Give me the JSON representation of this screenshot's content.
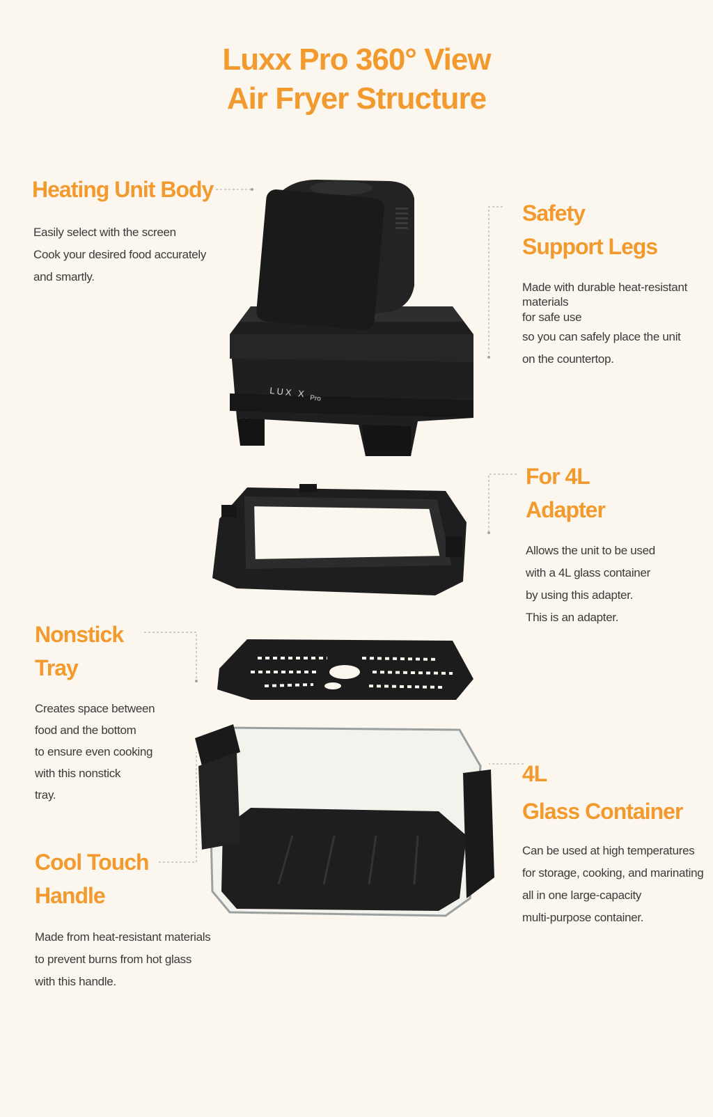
{
  "title": {
    "line1": "Luxx Pro 360° View",
    "line2": "Air Fryer Structure"
  },
  "colors": {
    "background": "#fbf7ef",
    "accent": "#f29a2e",
    "body_text": "#3a3a3a",
    "product": "#1e1e1e"
  },
  "product": {
    "brand_mark": "LUX X",
    "brand_sub": "Pro"
  },
  "sections": {
    "heating": {
      "heading": "Heating Unit Body",
      "lines": [
        "Easily select with the screen",
        "Cook your desired food accurately",
        "and smartly."
      ]
    },
    "legs": {
      "heading_line1": "Safety",
      "heading_line2": "Support Legs",
      "lines": [
        "Made with durable heat-resistant",
        "materials",
        "for safe use",
        "so you can safely place the unit",
        "on the countertop."
      ]
    },
    "adapter": {
      "heading_line1": "For 4L",
      "heading_line2": "Adapter",
      "lines": [
        "Allows the unit to be used",
        "with a 4L glass container",
        "by using this adapter.",
        "This is an adapter."
      ]
    },
    "tray": {
      "heading_line1": "Nonstick",
      "heading_line2": "Tray",
      "lines": [
        "Creates space between",
        "food and the bottom",
        "to ensure even cooking",
        "with this nonstick",
        "tray."
      ]
    },
    "container": {
      "heading_line1": "4L",
      "heading_line2": "Glass Container",
      "lines": [
        "Can be used at high temperatures",
        "for storage, cooking, and marinating",
        "all in one large-capacity",
        "multi-purpose container."
      ]
    },
    "handle": {
      "heading_line1": "Cool Touch",
      "heading_line2": "Handle",
      "lines": [
        "Made from heat-resistant materials",
        "to prevent burns from hot glass",
        "with this handle."
      ]
    }
  }
}
